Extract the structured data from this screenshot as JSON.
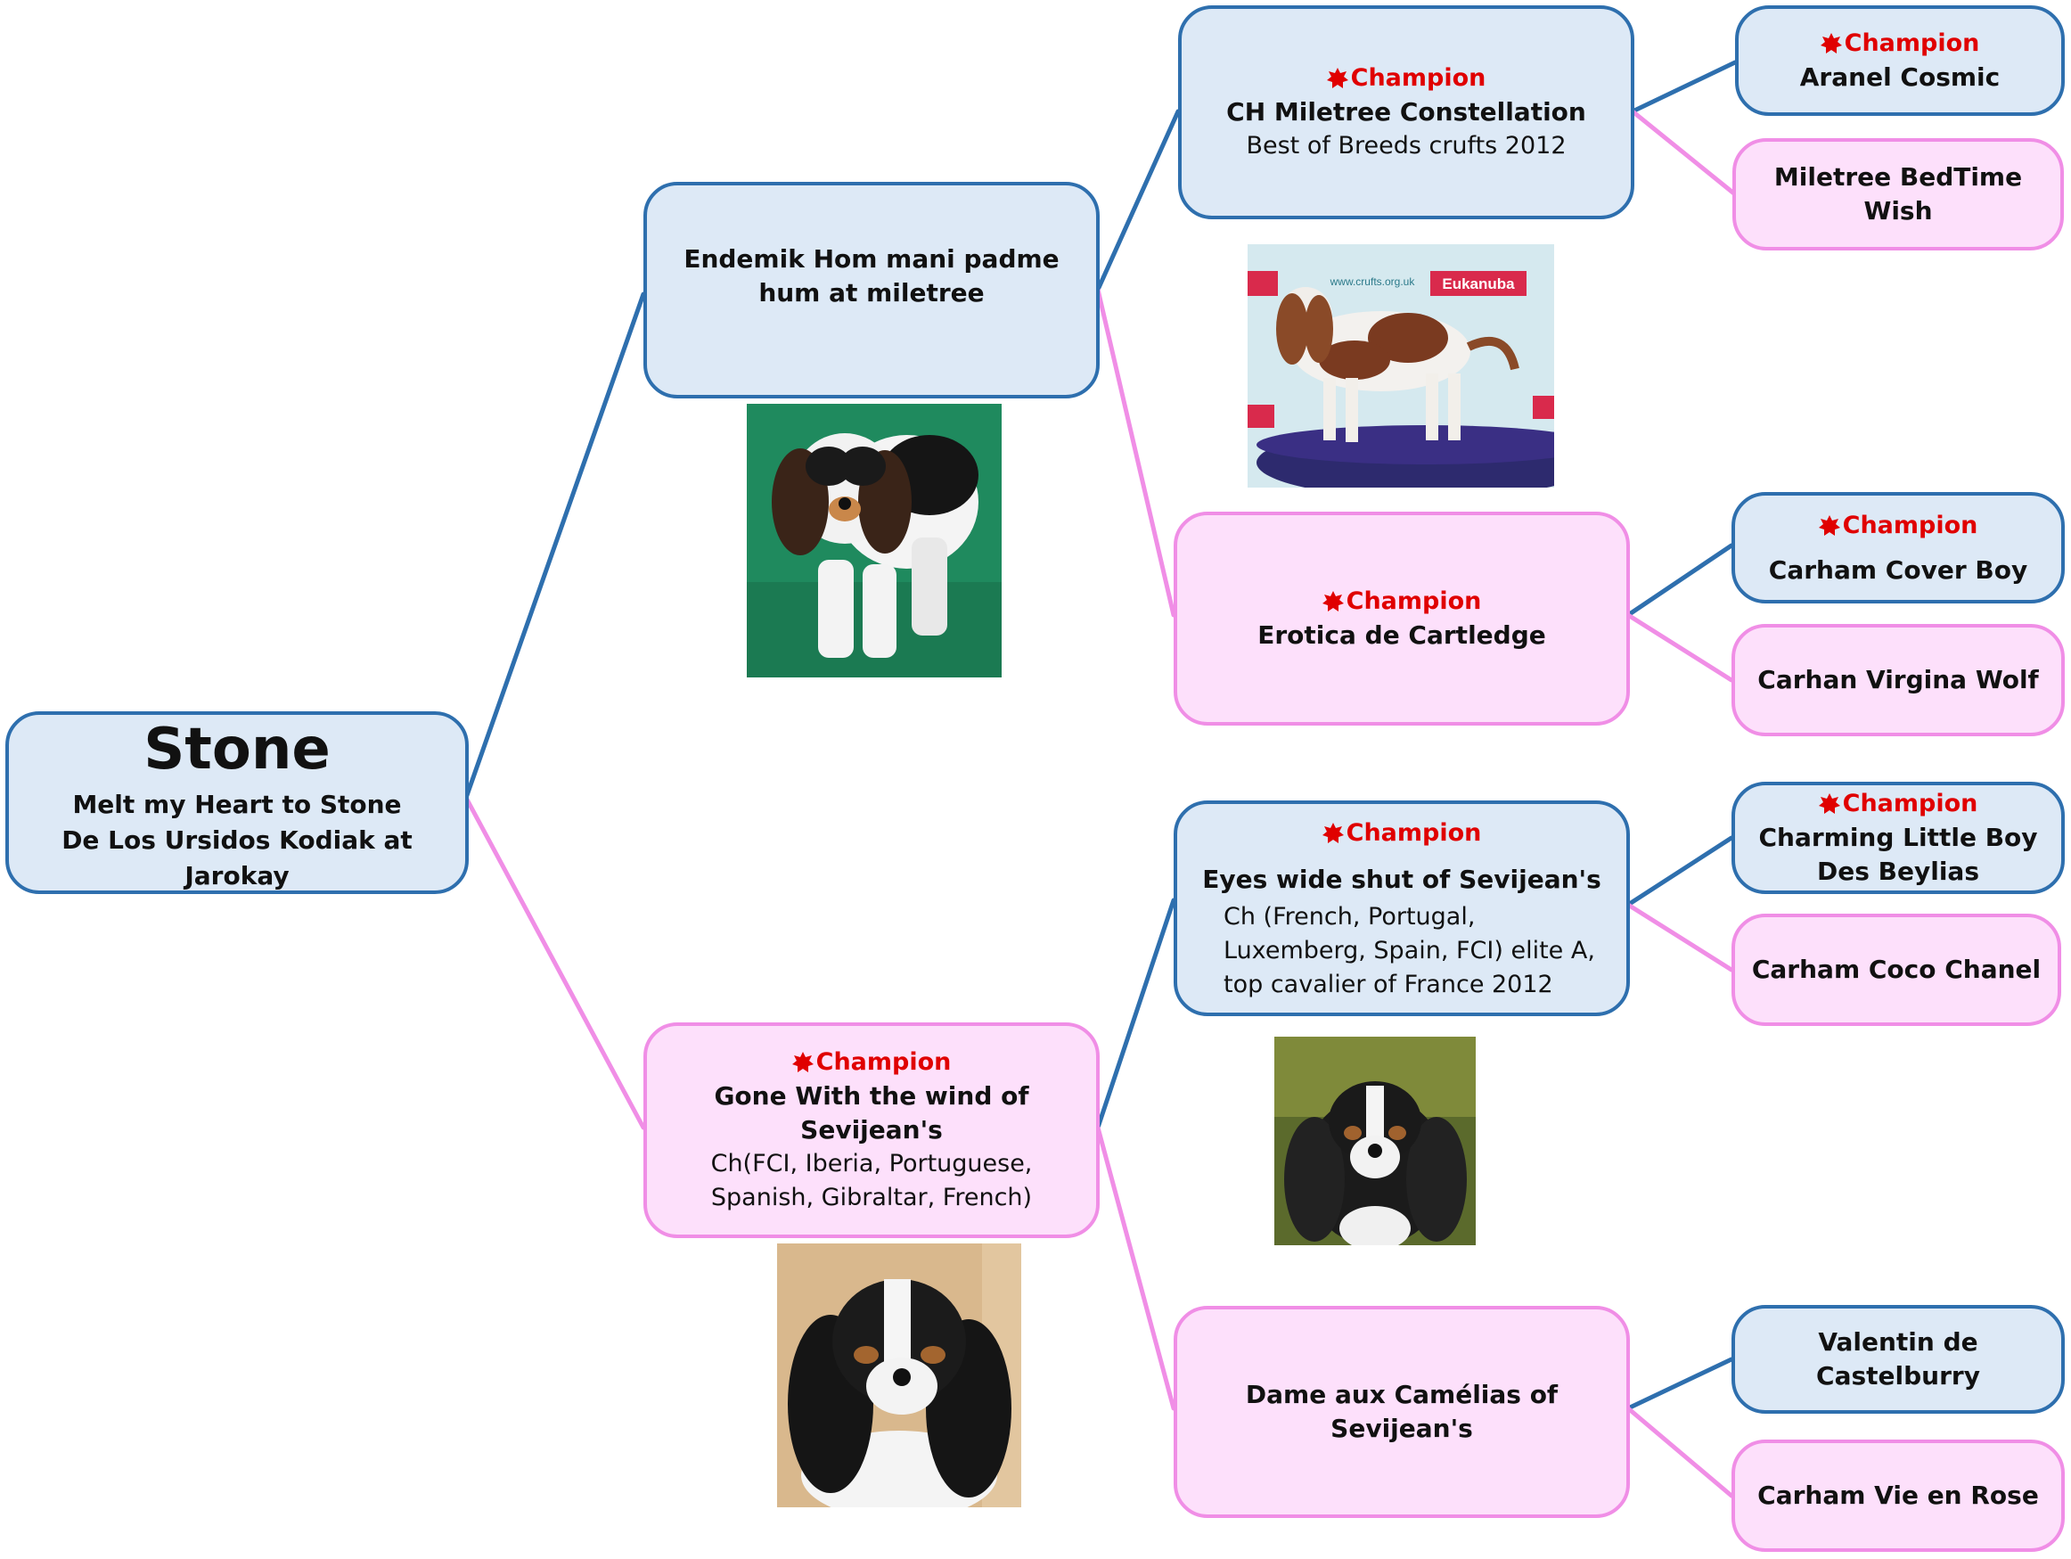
{
  "colors": {
    "sire_fill": "#dde9f6",
    "sire_border": "#2e6fae",
    "sire_line": "#2e6fae",
    "dam_fill": "#fde0fb",
    "dam_border": "#f08ee6",
    "dam_line": "#f08ee6",
    "champion_text": "#e00000"
  },
  "root": {
    "title": "Stone",
    "subtitle": "Melt my Heart to Stone De Los Ursidos Kodiak at Jarokay"
  },
  "sire": {
    "name": "Endemik Hom mani padme hum at miletree"
  },
  "dam": {
    "badge": "Champion",
    "name": "Gone With the wind of Sevijean's",
    "desc": "Ch(FCI, Iberia, Portuguese, Spanish, Gibraltar, French)"
  },
  "sire_sire": {
    "badge": "Champion",
    "name": "CH Miletree Constellation",
    "desc": "Best of Breeds crufts 2012"
  },
  "sire_dam": {
    "badge": "Champion",
    "name": "Erotica de Cartledge"
  },
  "dam_sire": {
    "badge": "Champion",
    "name": "Eyes wide shut of Sevijean's",
    "desc": "Ch (French, Portugal, Luxemberg, Spain, FCI)  elite A, top cavalier of France 2012"
  },
  "dam_dam": {
    "name": "Dame aux Camélias of Sevijean's"
  },
  "ggp": [
    {
      "badge": "Champion",
      "name": "Aranel Cosmic"
    },
    {
      "name": "Miletree BedTime Wish"
    },
    {
      "badge": "Champion",
      "name": "Carham Cover Boy"
    },
    {
      "name": "Carhan Virgina Wolf"
    },
    {
      "badge": "Champion",
      "name": "Charming Little Boy Des Beylias"
    },
    {
      "name": "Carham Coco Chanel"
    },
    {
      "name": "Valentin de Castelburry"
    },
    {
      "name": "Carham Vie en Rose"
    }
  ],
  "photos": {
    "crufts_sign_text": "www.crufts.org.uk",
    "crufts_banner_text": "Eukanuba"
  }
}
